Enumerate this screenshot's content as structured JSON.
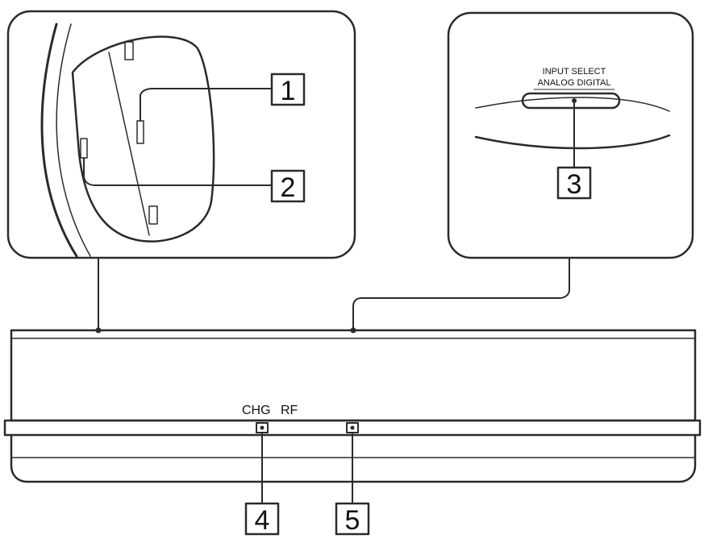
{
  "callouts": [
    {
      "number": "1"
    },
    {
      "number": "2"
    },
    {
      "number": "3"
    },
    {
      "number": "4"
    },
    {
      "number": "5"
    }
  ],
  "switch_labels": {
    "top": "INPUT SELECT",
    "bottom": "ANALOG DIGITAL"
  },
  "front_labels": {
    "chg": "CHG",
    "rf": "RF"
  },
  "colors": {
    "line": "#2b2b2b",
    "fill": "#ffffff"
  }
}
